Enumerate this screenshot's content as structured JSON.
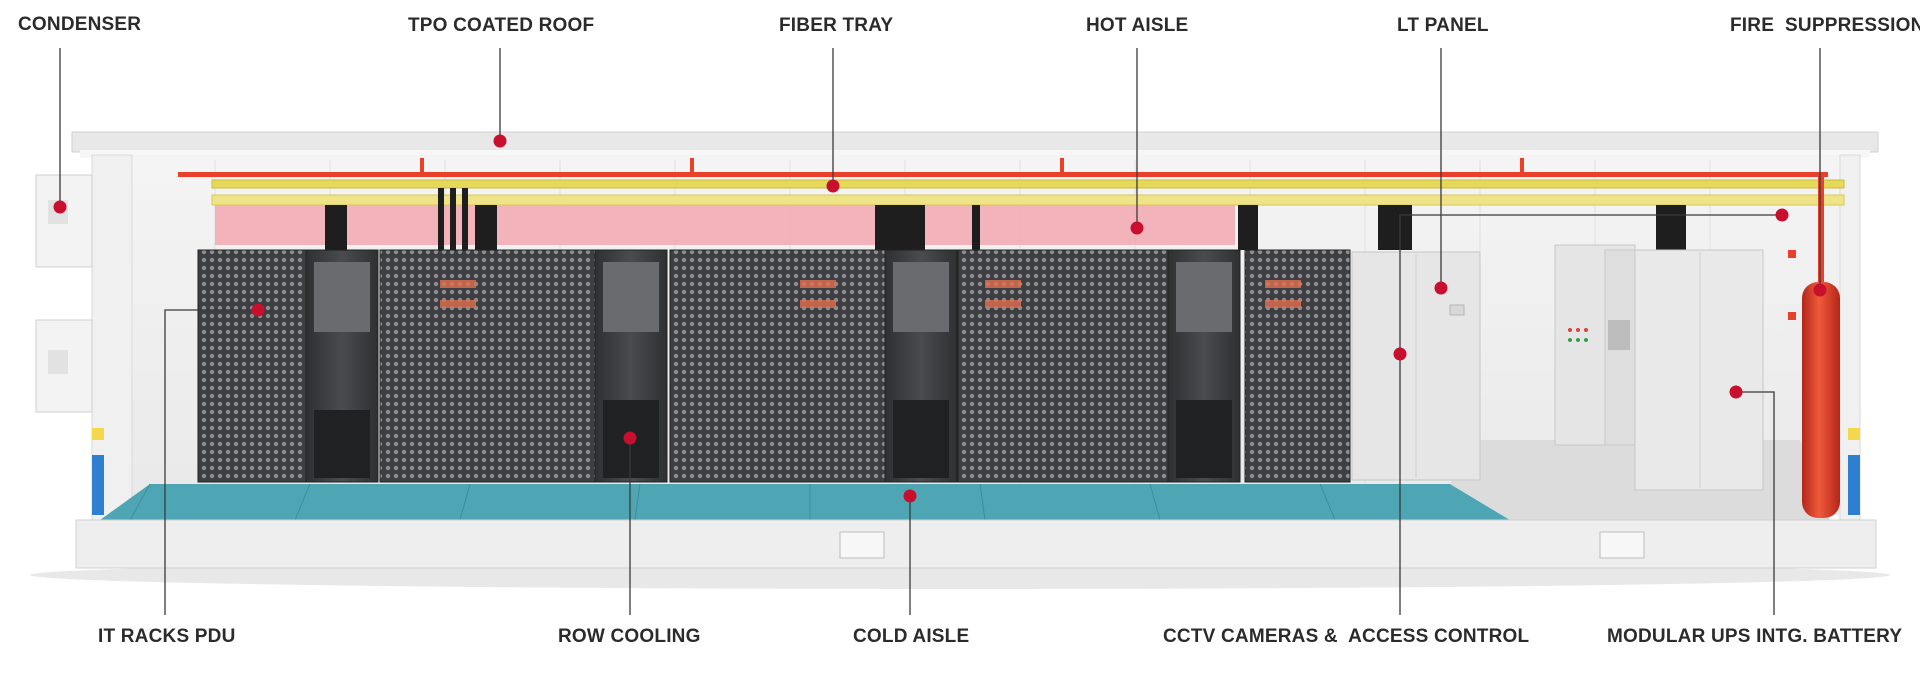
{
  "labels": {
    "condenser": "CONDENSER",
    "tpo_roof": "TPO COATED ROOF",
    "fiber_tray": "FIBER TRAY",
    "hot_aisle": "HOT AISLE",
    "lt_panel": "LT PANEL",
    "fire_suppression": "FIRE  SUPPRESSION",
    "it_racks_pdu": "IT RACKS PDU",
    "row_cooling": "ROW COOLING",
    "cold_aisle": "COLD AISLE",
    "cctv_access": "CCTV CAMERAS &  ACCESS CONTROL",
    "modular_ups": "MODULAR UPS INTG. BATTERY"
  },
  "colors": {
    "marker": "#c8102e",
    "leader_line": "#3a3a3a",
    "fire_pipe": "#e8402a",
    "fiber_tray": "#e6d95a",
    "hot_aisle": "#f2a8b0",
    "cold_aisle": "#4ea6b5",
    "rack": "#3a3b3d"
  }
}
